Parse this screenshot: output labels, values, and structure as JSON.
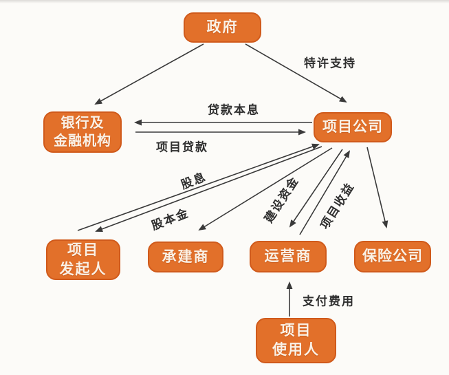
{
  "diagram": {
    "title_hint": "PPP project structure flowchart",
    "colors": {
      "bg": "#fcfbf8",
      "node_fill": "#e2702a",
      "node_border": "#d05a1b",
      "node_text": "#faf1e6",
      "arrow_color": "#3a3a3a",
      "label_color": "#2f2f2f"
    },
    "nodes": {
      "government": {
        "label": "政府"
      },
      "bank": {
        "label": "银行及\n金融机构"
      },
      "project_company": {
        "label": "项目公司"
      },
      "sponsor": {
        "label": "项目\n发起人"
      },
      "contractor": {
        "label": "承建商"
      },
      "operator": {
        "label": "运营商"
      },
      "insurance": {
        "label": "保险公司"
      },
      "user": {
        "label": "项目\n使用人"
      }
    },
    "edge_labels": {
      "franchise_support": "特许支持",
      "loan_principal_interest": "贷款本息",
      "project_loan": "项目贷款",
      "dividend": "股息",
      "equity_capital": "股本金",
      "construction_funds": "建设资金",
      "project_revenue": "项目收益",
      "payment_fees": "支付费用"
    },
    "edges": [
      {
        "from": "government",
        "to": "bank",
        "label": ""
      },
      {
        "from": "government",
        "to": "project_company",
        "label": "特许支持"
      },
      {
        "from": "project_company",
        "to": "bank",
        "label": "贷款本息"
      },
      {
        "from": "bank",
        "to": "project_company",
        "label": "项目贷款"
      },
      {
        "from": "project_company",
        "to": "sponsor",
        "label": "股息"
      },
      {
        "from": "sponsor",
        "to": "project_company",
        "label": "股本金"
      },
      {
        "from": "project_company",
        "to": "contractor",
        "label": ""
      },
      {
        "from": "project_company",
        "to": "operator",
        "label": "建设资金"
      },
      {
        "from": "operator",
        "to": "project_company",
        "label": "项目收益"
      },
      {
        "from": "project_company",
        "to": "insurance",
        "label": ""
      },
      {
        "from": "user",
        "to": "operator",
        "label": "支付费用"
      }
    ]
  }
}
